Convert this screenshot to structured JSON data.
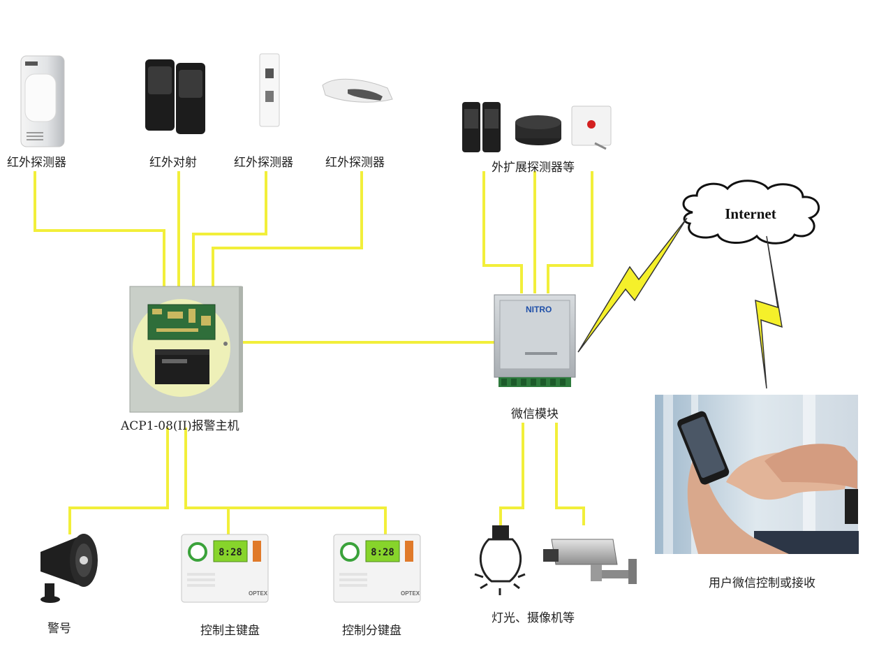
{
  "detectors_top": [
    {
      "label": "红外探测器",
      "icon": "pir-detector-icon"
    },
    {
      "label": "红外对射",
      "icon": "beam-detector-icon"
    },
    {
      "label": "红外探测器",
      "icon": "curtain-detector-icon"
    },
    {
      "label": "红外探测器",
      "icon": "ceiling-detector-icon"
    }
  ],
  "extended_detectors": {
    "label": "外扩展探测器等",
    "icons": [
      "beam-pair-icon",
      "smoke-detector-icon",
      "panic-button-icon"
    ]
  },
  "alarm_host": {
    "label": "ACP1-08(II)报警主机"
  },
  "wechat_module": {
    "label": "微信模块",
    "brand": "NITRO"
  },
  "internet": {
    "label": "Internet"
  },
  "user": {
    "label": "用户微信控制或接收"
  },
  "bottom_devices": [
    {
      "label": "警号",
      "icon": "siren-icon"
    },
    {
      "label": "控制主键盘",
      "icon": "keypad-icon"
    },
    {
      "label": "控制分键盘",
      "icon": "keypad-icon"
    },
    {
      "label": "灯光、摄像机等",
      "icon": "light-camera-icon"
    }
  ],
  "keypad": {
    "brand": "OPTEX",
    "lcd": "8:28"
  },
  "colors": {
    "wire": "#f2ef3a",
    "lightning": "#f5f02a",
    "panel": "#c9cfc8",
    "panel_circle": "#eef0b8"
  }
}
